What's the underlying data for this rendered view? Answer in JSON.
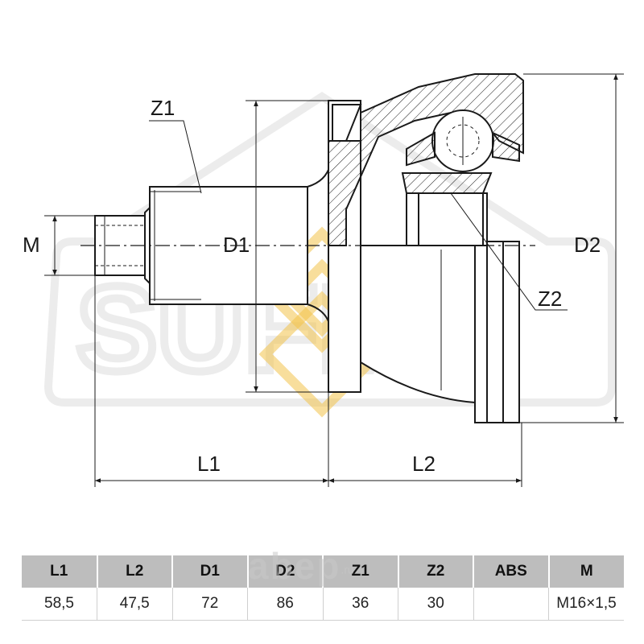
{
  "drawing": {
    "labels": {
      "m": "M",
      "d1": "D1",
      "d2": "D2",
      "z1": "Z1",
      "z2": "Z2",
      "l1": "L1",
      "l2": "L2"
    },
    "watermark": {
      "text": "SUFIX"
    }
  },
  "logo": {
    "text": "abep",
    "suffix": ".ru"
  },
  "table": {
    "headers": [
      "L1",
      "L2",
      "D1",
      "D2",
      "Z1",
      "Z2",
      "ABS",
      "M"
    ],
    "values": [
      "58,5",
      "47,5",
      "72",
      "86",
      "36",
      "30",
      "",
      "M16×1,5"
    ]
  },
  "colors": {
    "line": "#1a1a1a",
    "watermark": "#ececec",
    "watermark_accent": "#f2c24a",
    "header_bg": "#bdbdbd"
  }
}
